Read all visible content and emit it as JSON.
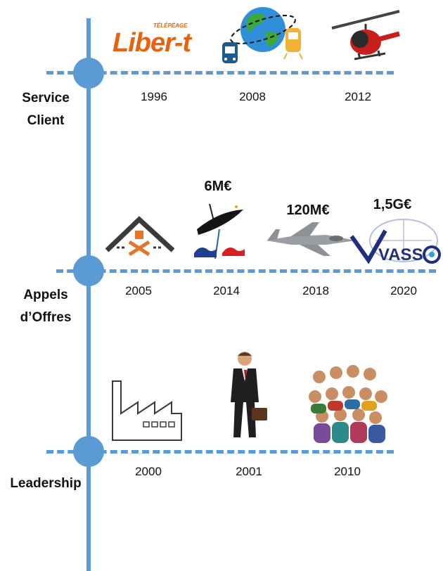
{
  "sections": [
    {
      "label_line1": "Service",
      "label_line2": "Client"
    },
    {
      "label_line1": "Appels",
      "label_line2": "d’Offres"
    },
    {
      "label_line1": "Leadership",
      "label_line2": ""
    }
  ],
  "service_client": {
    "logo_text": "Liber-t",
    "logo_small": "TÉLÉPÉAGE",
    "years": [
      "1996",
      "2008",
      "2012"
    ],
    "icons": [
      "liber-t-logo",
      "globe-bus-train-icon",
      "helicopter-icon"
    ]
  },
  "appels_offres": {
    "years": [
      "2005",
      "2014",
      "2018",
      "2020"
    ],
    "amounts": [
      "6M€",
      "120M€",
      "1,5G€"
    ],
    "icons": [
      "house-tools-icon",
      "space-agency-logo",
      "fighter-jet-icon",
      "vassco-logo"
    ],
    "vassco_text": "VASS"
  },
  "leadership": {
    "years": [
      "2000",
      "2001",
      "2010"
    ],
    "icons": [
      "factory-icon",
      "businessman-icon",
      "crowd-icon"
    ]
  },
  "colors": {
    "timeline": "#5b9bd5",
    "logo_orange": "#e8620c"
  }
}
